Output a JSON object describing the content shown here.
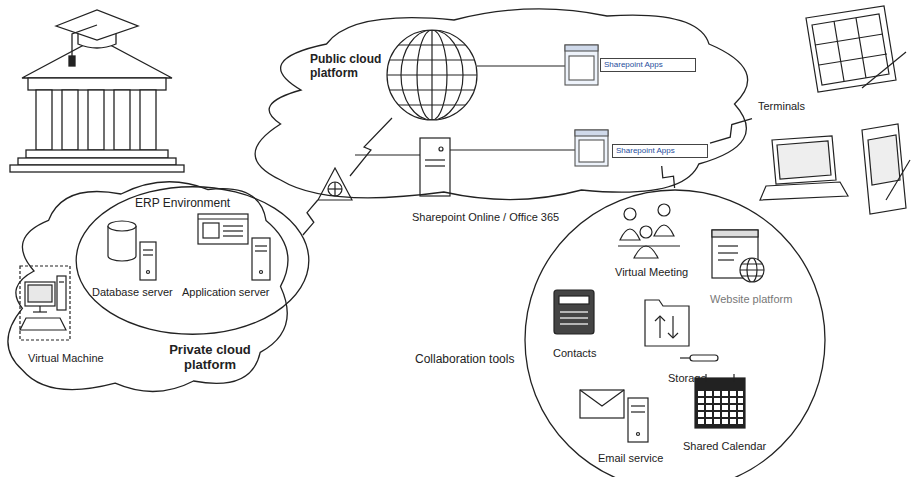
{
  "diagram": {
    "nodes": [
      {
        "text": [
          "Private cloud platform"
        ]
      },
      {
        "text": [
          "ERP Environment"
        ],
        "in": 0
      },
      {
        "text": [
          "Database server"
        ],
        "in": 1
      },
      {
        "text": [
          "Application server"
        ],
        "in": 1
      },
      {
        "text": [
          "Virtual Machine"
        ],
        "in": 0
      },
      {
        "text": [
          "Public cloud platform"
        ]
      },
      {
        "text": [
          "Sharepoint Apps"
        ],
        "in": 5
      },
      {
        "text": [
          "Sharepoint Apps"
        ],
        "in": 5
      },
      {
        "text": [
          "Sharepoint Online / Office 365"
        ],
        "in": 5
      },
      {
        "text": [
          "Terminals"
        ]
      },
      {
        "text": [
          "Collaboration tools"
        ]
      },
      {
        "text": [
          "Virtual Meeting"
        ],
        "in": 10
      },
      {
        "text": [
          "Website platform"
        ],
        "in": 10
      },
      {
        "text": [
          "Contacts"
        ],
        "in": 10
      },
      {
        "text": [
          "Storage"
        ],
        "in": 10
      },
      {
        "text": [
          "Email service"
        ],
        "in": 10
      },
      {
        "text": [
          "Shared Calendar"
        ],
        "in": 10
      }
    ],
    "edges": [
      {
        "from": 1,
        "to": 5,
        "arrow": "none"
      },
      {
        "from": 7,
        "to": 9,
        "arrow": "none"
      },
      {
        "from": 7,
        "to": 10,
        "arrow": "none"
      }
    ]
  }
}
